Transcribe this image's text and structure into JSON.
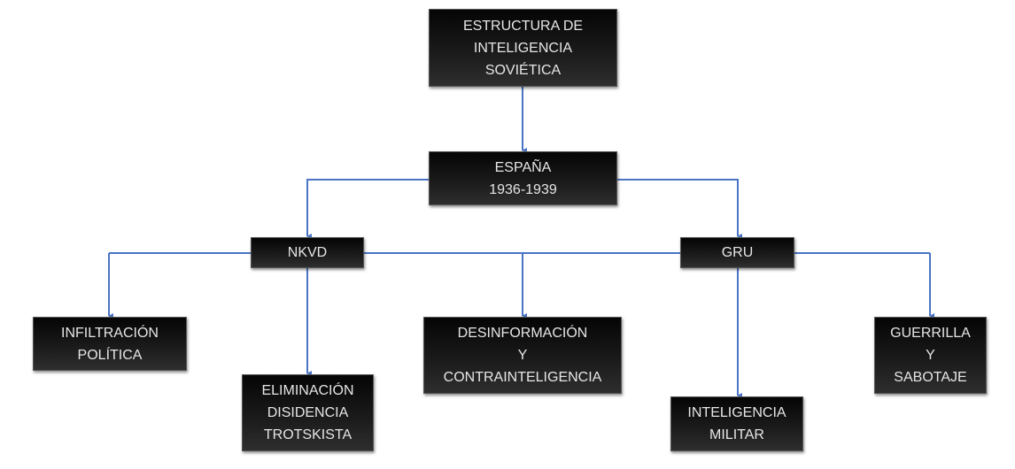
{
  "root": {
    "lines": [
      "ESTRUCTURA DE",
      "INTELIGENCIA",
      "SOVIÉTICA"
    ]
  },
  "spain": {
    "lines": [
      "ESPAÑA",
      "1936-1939"
    ]
  },
  "nkvd": {
    "lines": [
      "NKVD"
    ]
  },
  "gru": {
    "lines": [
      "GRU"
    ]
  },
  "infiltration": {
    "lines": [
      "INFILTRACIÓN",
      "POLÍTICA"
    ]
  },
  "elimination": {
    "lines": [
      "ELIMINACIÓN",
      "DISIDENCIA",
      "TROTSKISTA"
    ]
  },
  "disinformation": {
    "lines": [
      "DESINFORMACIÓN",
      "Y",
      "CONTRAINTELIGENCIA"
    ]
  },
  "military": {
    "lines": [
      "INTELIGENCIA",
      "MILITAR"
    ]
  },
  "guerrilla": {
    "lines": [
      "GUERRILLA",
      "Y",
      "SABOTAJE"
    ]
  },
  "colors": {
    "connector": "#4a74c4",
    "box": "#111111",
    "text": "#e6e6e6"
  }
}
